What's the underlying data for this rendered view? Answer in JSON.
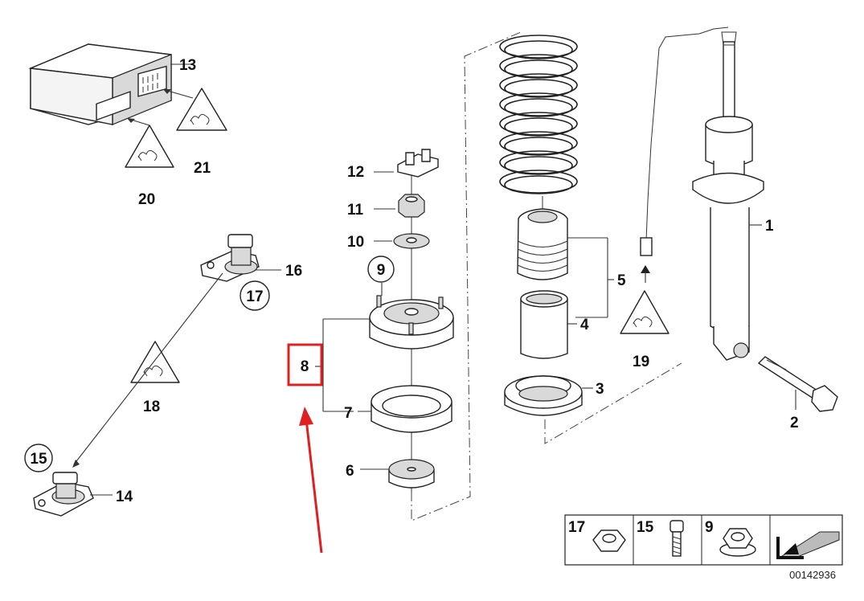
{
  "diagram": {
    "parts": [
      {
        "id": "p1",
        "label": "1"
      },
      {
        "id": "p2",
        "label": "2"
      },
      {
        "id": "p3",
        "label": "3"
      },
      {
        "id": "p4",
        "label": "4"
      },
      {
        "id": "p5",
        "label": "5"
      },
      {
        "id": "p6",
        "label": "6"
      },
      {
        "id": "p7",
        "label": "7"
      },
      {
        "id": "p8",
        "label": "8"
      },
      {
        "id": "p9",
        "label": "9"
      },
      {
        "id": "p10",
        "label": "10"
      },
      {
        "id": "p11",
        "label": "11"
      },
      {
        "id": "p12",
        "label": "12"
      },
      {
        "id": "p13",
        "label": "13"
      },
      {
        "id": "p14",
        "label": "14"
      },
      {
        "id": "p15",
        "label": "15"
      },
      {
        "id": "p16",
        "label": "16"
      },
      {
        "id": "p17",
        "label": "17"
      },
      {
        "id": "p18",
        "label": "18"
      },
      {
        "id": "p19",
        "label": "19"
      },
      {
        "id": "p20",
        "label": "20"
      },
      {
        "id": "p21",
        "label": "21"
      }
    ],
    "highlighted_part": "8",
    "highlight_color": "#e02020",
    "arrow_color": "#e02020",
    "hardware_table": [
      {
        "label": "17",
        "icon": "hex-nut-icon"
      },
      {
        "label": "15",
        "icon": "bolt-icon"
      },
      {
        "label": "9",
        "icon": "flange-nut-icon"
      }
    ],
    "corner_icon": "direction-arrow-icon",
    "diagram_number": "00142936"
  }
}
